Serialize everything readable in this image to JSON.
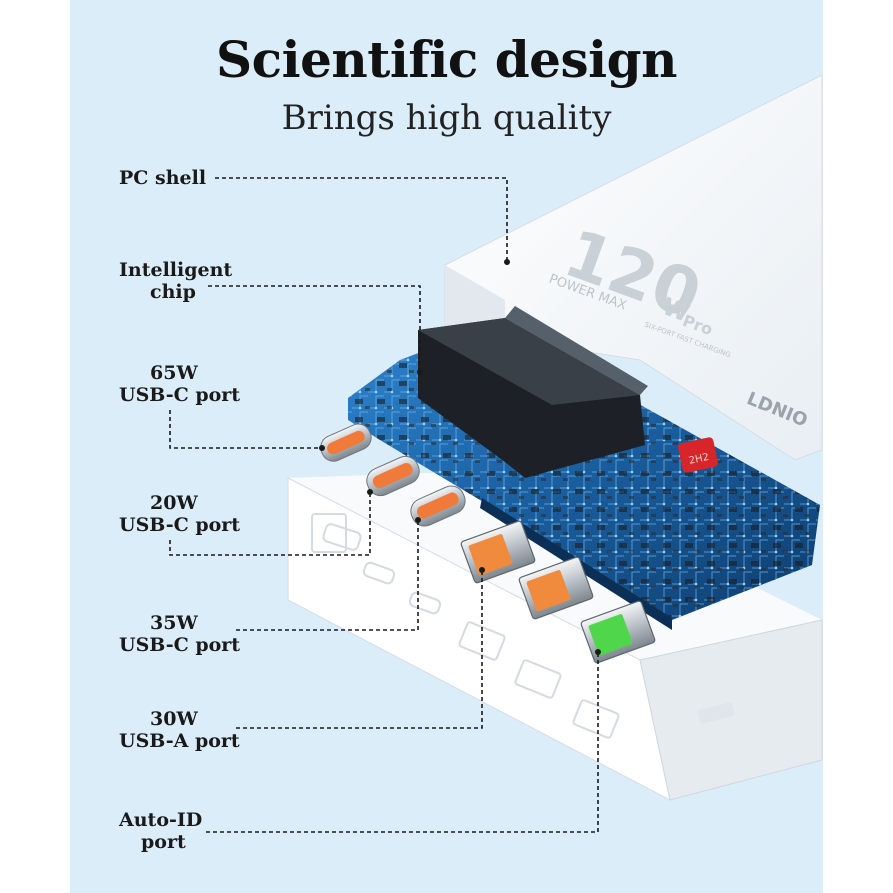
{
  "header": {
    "title": "Scientific design",
    "subtitle": "Brings high quality"
  },
  "product": {
    "brand": "LDNIO",
    "power_big": "120",
    "power_unit": "W",
    "pro": "Pro",
    "power_max": "POWER MAX",
    "tagline": "SIX-PORT FAST CHARGING",
    "chip_text": "2H2"
  },
  "callouts": {
    "pc_shell": {
      "line1": "PC shell",
      "line2": ""
    },
    "chip": {
      "line1": "Intelligent",
      "line2": "chip"
    },
    "usbc65": {
      "line1": "65W",
      "line2": "USB-C port"
    },
    "usbc20": {
      "line1": "20W",
      "line2": "USB-C port"
    },
    "usbc35": {
      "line1": "35W",
      "line2": "USB-C port"
    },
    "usba30": {
      "line1": "30W",
      "line2": "USB-A port"
    },
    "autoid": {
      "line1": "Auto-ID",
      "line2": "port"
    }
  },
  "colors": {
    "background": "#dcedfa",
    "pcb": "#1f6bb0",
    "usb_c_orange": "#f07a3a",
    "usb_a_orange": "#f08a3c",
    "auto_id_green": "#4fd64a",
    "leader_line": "#1a1a1a"
  }
}
